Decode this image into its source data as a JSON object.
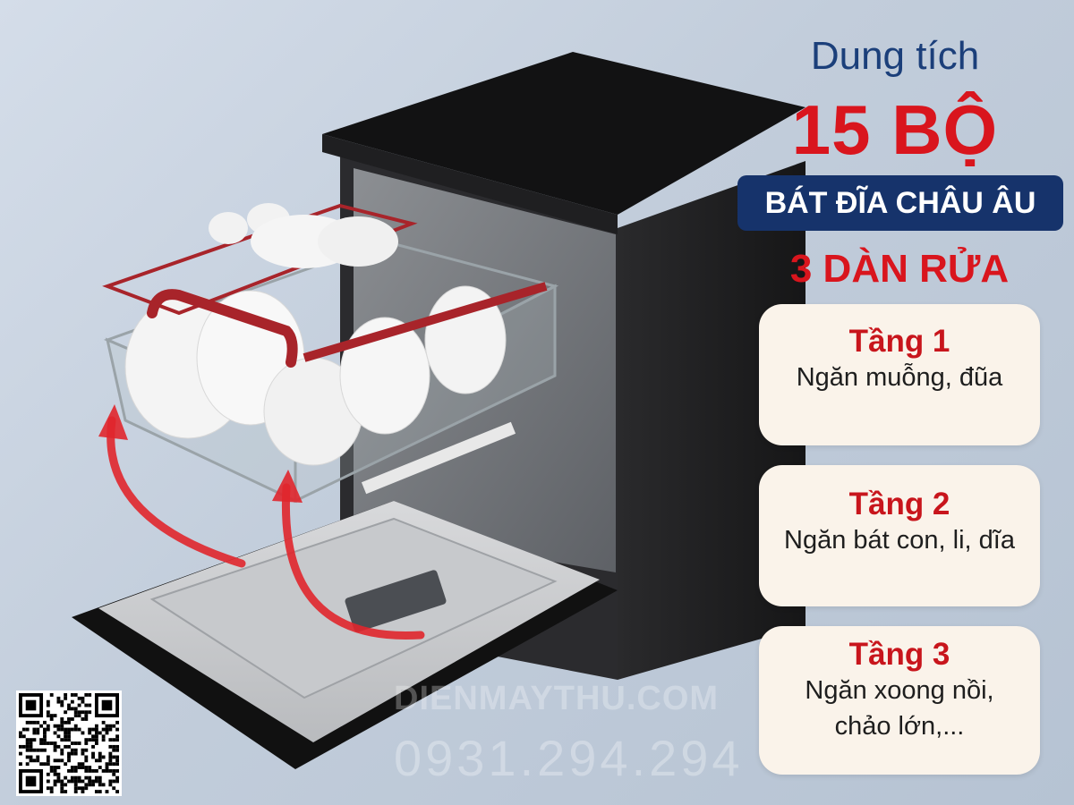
{
  "capacity": {
    "label": "Dung tích",
    "value": "15 BỘ",
    "unit": "BÁT ĐĨA CHÂU ÂU"
  },
  "racks": {
    "title": "3 DÀN RỬA",
    "tiers": [
      {
        "name": "Tầng 1",
        "desc_lines": [
          "Ngăn muỗng, đũa"
        ]
      },
      {
        "name": "Tầng 2",
        "desc_lines": [
          "Ngăn bát con, li, dĩa"
        ]
      },
      {
        "name": "Tầng 3",
        "desc_lines": [
          "Ngăn xoong nồi,",
          "chảo lớn,..."
        ]
      }
    ]
  },
  "watermark": {
    "site": "DIENMAYTHU.COM",
    "phone": "0931.294.294"
  },
  "colors": {
    "accent_red": "#d9151d",
    "navy": "#16336b",
    "card_bg": "#faf3ea",
    "machine_black": "#1c1c1e",
    "rack_red": "#a8242a"
  },
  "icons": [
    "qr-code",
    "curved-arrow-icon"
  ]
}
